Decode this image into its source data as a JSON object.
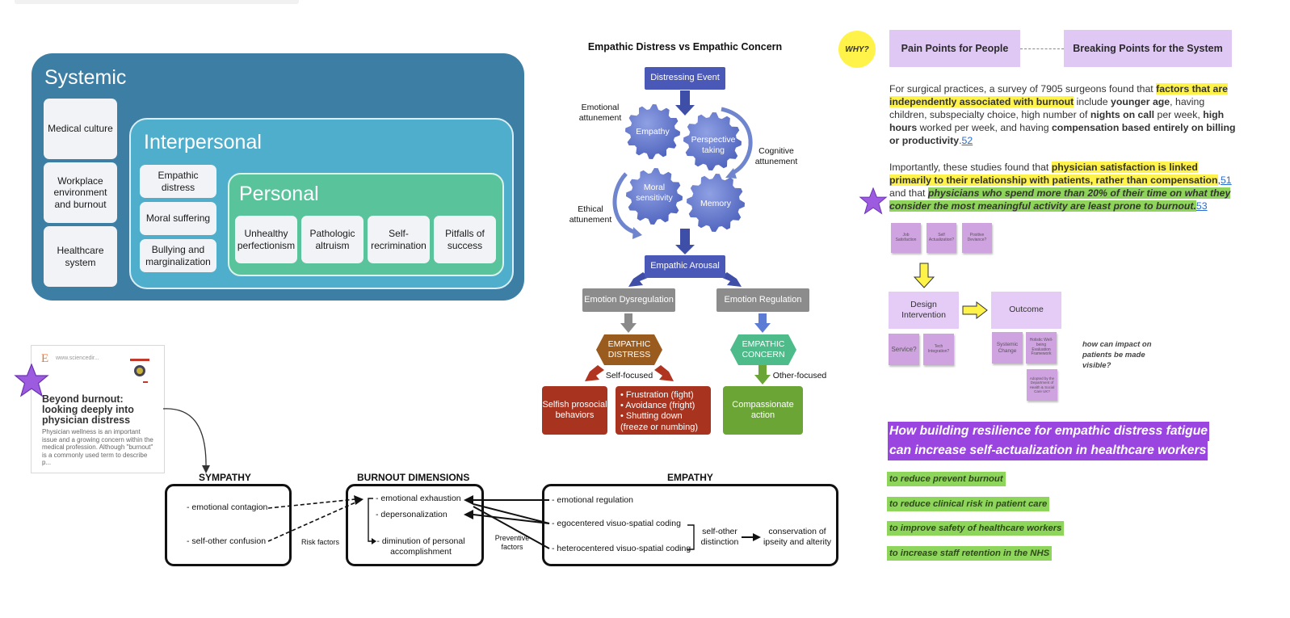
{
  "systemic": {
    "title": "Systemic",
    "items": [
      "Medical culture",
      "Workplace environment and burnout",
      "Healthcare system"
    ],
    "interpersonal": {
      "title": "Interpersonal",
      "items": [
        "Empathic distress",
        "Moral suffering",
        "Bullying and marginalization"
      ]
    },
    "personal": {
      "title": "Personal",
      "items": [
        "Unhealthy perfectionism",
        "Pathologic altruism",
        "Self-recrimination",
        "Pitfalls of success"
      ]
    }
  },
  "article": {
    "source": "www.sciencedir...",
    "logo_letter": "E",
    "title": "Beyond burnout: looking deeply into physician distress",
    "excerpt": "Physician wellness is an important issue and a growing concern within the medical profession. Although \"burnout\" is a commonly used term to describe p..."
  },
  "empathic": {
    "title": "Empathic Distress vs Empathic Concern",
    "distressing_event": "Distressing Event",
    "gears": [
      "Empathy",
      "Perspective taking",
      "Moral sensitivity",
      "Memory"
    ],
    "labels": {
      "emotional": "Emotional attunement",
      "cognitive": "Cognitive attunement",
      "ethical": "Ethical attunement",
      "self_focused": "Self-focused",
      "other_focused": "Other-focused"
    },
    "arousal": "Empathic Arousal",
    "dysregulation": "Emotion Dysregulation",
    "regulation": "Emotion Regulation",
    "distress": "EMPATHIC DISTRESS",
    "concern": "EMPATHIC CONCERN",
    "selfish": "Selfish prosocial behaviors",
    "reactions": [
      "• Frustration (fight)",
      "• Avoidance (fright)",
      "• Shutting down (freeze or numbing)"
    ],
    "compassionate": "Compassionate action"
  },
  "right": {
    "why": "WHY?",
    "pain_points": "Pain Points for People",
    "breaking_points": "Breaking Points for the System",
    "para1": {
      "a": "For surgical practices, a survey of 7905 surgeons found that ",
      "b": "factors that are independently associated with burnout",
      "c": " include ",
      "d": "younger age",
      "e": ", having children, subspecialty choice, high number of ",
      "f": "nights on call",
      "g": " per week, ",
      "h": "high hours",
      "i": " worked per week, and having ",
      "j": "compensation based entirely on billing or productivity",
      "k": ".",
      "ref": "52"
    },
    "para2": {
      "a": "Importantly, these studies found that ",
      "b": "physician satisfaction is linked primarily to their relationship with patients, rather than compensation",
      "c": ",",
      "ref1": "51 ",
      "d": "and that ",
      "e": "physicians who spend more than 20% of their time on what they consider the most meaningful activity are least prone to burnout.",
      "ref2": "53"
    },
    "small_stickies": [
      "Job Satisfaction",
      "Self Actualization?",
      "Positive Deviance?"
    ],
    "design_intervention": "Design Intervention",
    "outcome": "Outcome",
    "bottom_stickies": [
      "Service?",
      "Tech Integration?",
      "Systemic Change",
      "Holistic Well-being Evaluation Framework",
      "Adopted by the Department of Health & Social Care UK?"
    ],
    "impact_note": "how can impact on patients be made visible?",
    "headline": "How building resilience for empathic distress fatigue can increase self-actualization in healthcare workers",
    "headline_l1": "How building resilience for empathic distress fatigue",
    "headline_l2": "can increase self-actualization in healthcare workers",
    "goals": [
      "to reduce prevent burnout",
      "to reduce clinical risk in patient care",
      "to improve safety of healthcare workers",
      "to increase staff retention in the NHS"
    ]
  },
  "burnout": {
    "sympathy_title": "SYMPATHY",
    "dimensions_title": "BURNOUT DIMENSIONS",
    "empathy_title": "EMPATHY",
    "sympathy_items": [
      "- emotional contagion",
      "- self-other confusion"
    ],
    "dimension_items": [
      "- emotional exhaustion",
      "- depersonalization",
      "- diminution of personal accomplishment"
    ],
    "empathy_items": [
      "- emotional regulation",
      "- egocentered visuo-spatial coding",
      "- heterocentered visuo-spatial coding"
    ],
    "risk_factors": "Risk factors",
    "preventive_factors": "Preventive factors",
    "self_other": "self-other distinction",
    "conservation": "conservation of ipseity and alterity"
  },
  "colors": {
    "systemic": "#3d7ea4",
    "interpersonal": "#4faecb",
    "personal": "#59c49c",
    "flow_blue": "#4a58b8",
    "highlight_yellow": "#fff34a",
    "highlight_green": "#8fd45a",
    "sticky_purple": "#cfa2e0",
    "headline_purple": "#9b45e0"
  }
}
